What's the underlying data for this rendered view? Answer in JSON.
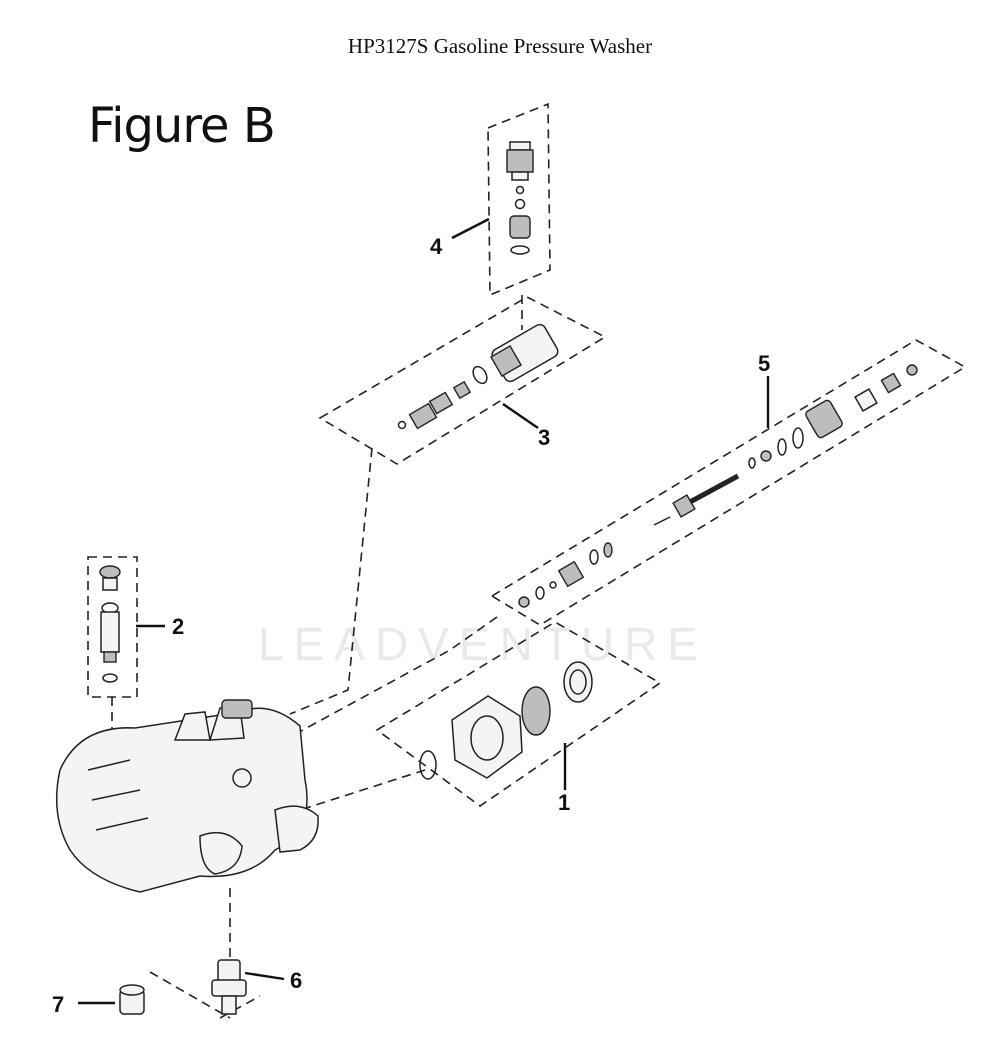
{
  "header": {
    "document_title": "HP3127S Gasoline Pressure Washer",
    "figure_title": "Figure B"
  },
  "watermark": "LEADVENTURE",
  "callouts": [
    "1",
    "2",
    "3",
    "4",
    "5",
    "6",
    "7"
  ]
}
